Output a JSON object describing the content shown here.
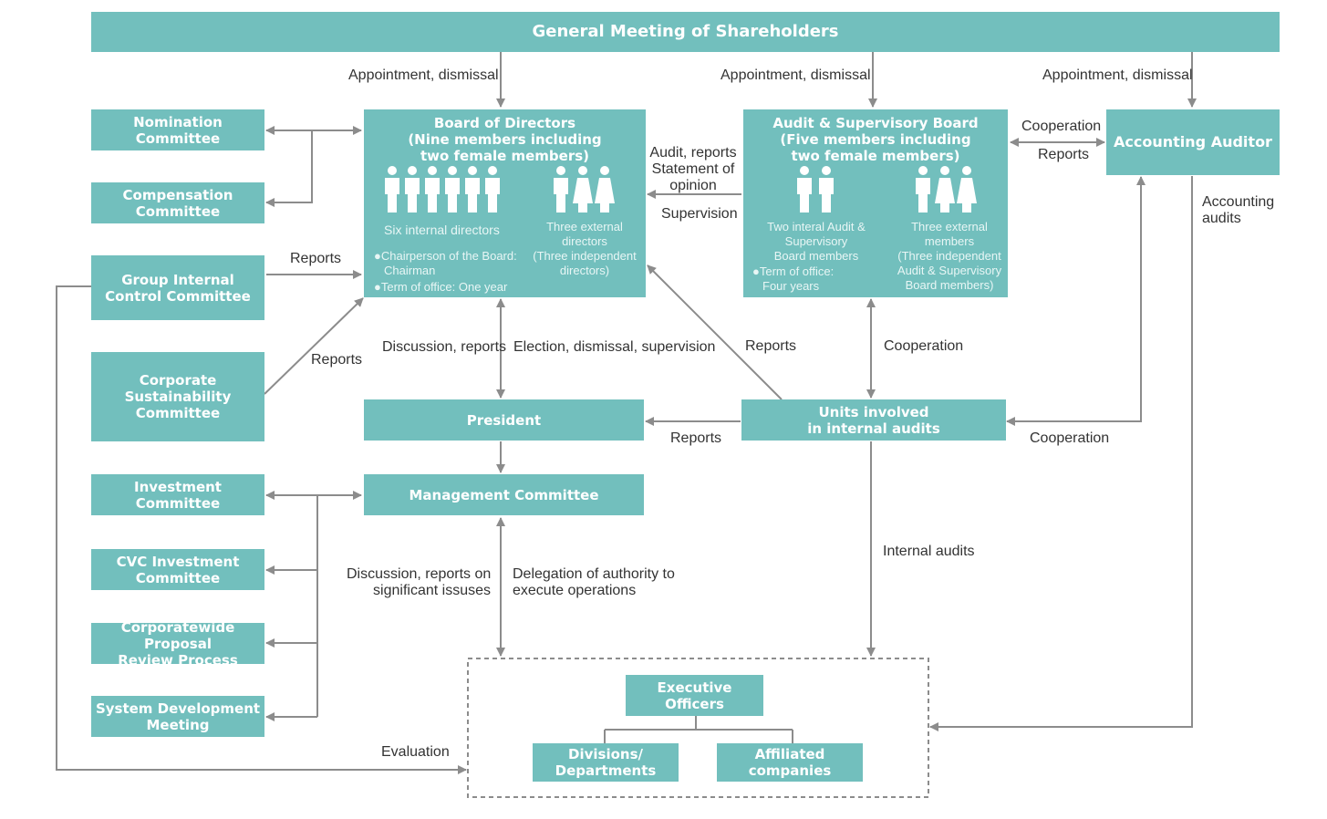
{
  "colors": {
    "box_fill": "#72bfbd",
    "line": "#8c8c8c",
    "text": "#333333"
  },
  "boxes": {
    "shareholders": "General Meeting of Shareholders",
    "board": [
      "Board of Directors",
      "(Nine members including",
      "two female members)"
    ],
    "audit_board": [
      "Audit & Supervisory Board",
      "(Five members including",
      "two female members)"
    ],
    "accounting_auditor": "Accounting Auditor",
    "nomination": [
      "Nomination",
      "Committee"
    ],
    "compensation": [
      "Compensation",
      "Committee"
    ],
    "group_internal": [
      "Group Internal",
      "Control Committee"
    ],
    "sustainability": [
      "Corporate",
      "Sustainability",
      "Committee"
    ],
    "president": "President",
    "units": [
      "Units involved",
      "in internal audits"
    ],
    "management": "Management Committee",
    "investment": [
      "Investment",
      "Committee"
    ],
    "cvc": [
      "CVC Investment",
      "Committee"
    ],
    "proposal": [
      "Corporatewide Proposal",
      "Review Process"
    ],
    "system": [
      "System Development",
      "Meeting"
    ],
    "executive": [
      "Executive",
      "Officers"
    ],
    "divisions": [
      "Divisions/",
      "Departments"
    ],
    "affiliated": [
      "Affiliated",
      "companies"
    ]
  },
  "board_details": {
    "internal_label": "Six internal directors",
    "external_label": [
      "Three external",
      "directors",
      "(Three independent",
      "directors)"
    ],
    "chair_note": [
      "●Chairperson of the Board:",
      "Chairman"
    ],
    "term_note": "●Term of office: One year"
  },
  "audit_details": {
    "internal_label": [
      "Two interal Audit &",
      "Supervisory",
      "Board members"
    ],
    "term_note": [
      "●Term of office:",
      "Four years"
    ],
    "external_label": [
      "Three external",
      "members",
      "(Three independent",
      "Audit & Supervisory",
      "Board members)"
    ]
  },
  "labels": {
    "appoint1": "Appointment, dismissal",
    "appoint2": "Appointment, dismissal",
    "appoint3": "Appointment, dismissal",
    "cooperation_top": "Cooperation",
    "reports_top": "Reports",
    "audit_reports": [
      "Audit, reports",
      "Statement of",
      "opinion"
    ],
    "supervision": "Supervision",
    "accounting_audits": [
      "Accounting",
      "audits"
    ],
    "reports_gic": "Reports",
    "reports_sust": "Reports",
    "discussion_reports": "Discussion, reports",
    "election": "Election, dismissal, supervision",
    "reports_units": "Reports",
    "cooperation_mid": "Cooperation",
    "reports_president": "Reports",
    "cooperation_low": "Cooperation",
    "internal_audits": "Internal audits",
    "discussion_sig": [
      "Discussion, reports on",
      "significant issuses"
    ],
    "delegation": [
      "Delegation of authority to",
      "execute operations"
    ],
    "evaluation": "Evaluation"
  }
}
